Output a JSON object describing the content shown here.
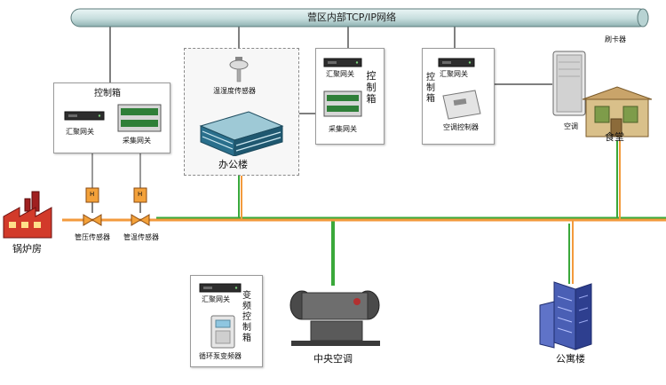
{
  "network_bus": {
    "label": "营区内部TCP/IP网络"
  },
  "card_reader": {
    "label": "刷卡器"
  },
  "control_box_left": {
    "title": "控制箱",
    "gateway_label": "汇聚网关",
    "collector_label": "采集网关"
  },
  "office": {
    "sensor_label": "温湿度传感器",
    "building_label": "办公楼"
  },
  "control_box_mid": {
    "title": "控制箱",
    "gateway_label": "汇聚网关",
    "collector_label": "采集网关"
  },
  "control_box_right": {
    "title": "控制箱",
    "gateway_label": "汇聚网关",
    "ac_controller_label": "空调控制器"
  },
  "canteen": {
    "ac_label": "空调",
    "building_label": "食堂"
  },
  "boiler": {
    "label": "锅炉房"
  },
  "pipe_sensors": {
    "pressure_label": "管压传感器",
    "temperature_label": "管温传感器",
    "sensor_glyph": "H"
  },
  "vfd_box": {
    "title": "变频控制箱",
    "gateway_label": "汇聚网关",
    "vfd_label": "循环泵变频器"
  },
  "chiller": {
    "label": "中央空调"
  },
  "apartment": {
    "label": "公寓楼"
  },
  "colors": {
    "orange_pipe": "#f39a3c",
    "green_line": "#3aa83a",
    "bus": "#c7dede",
    "building_blue": "#2a6f8c"
  }
}
